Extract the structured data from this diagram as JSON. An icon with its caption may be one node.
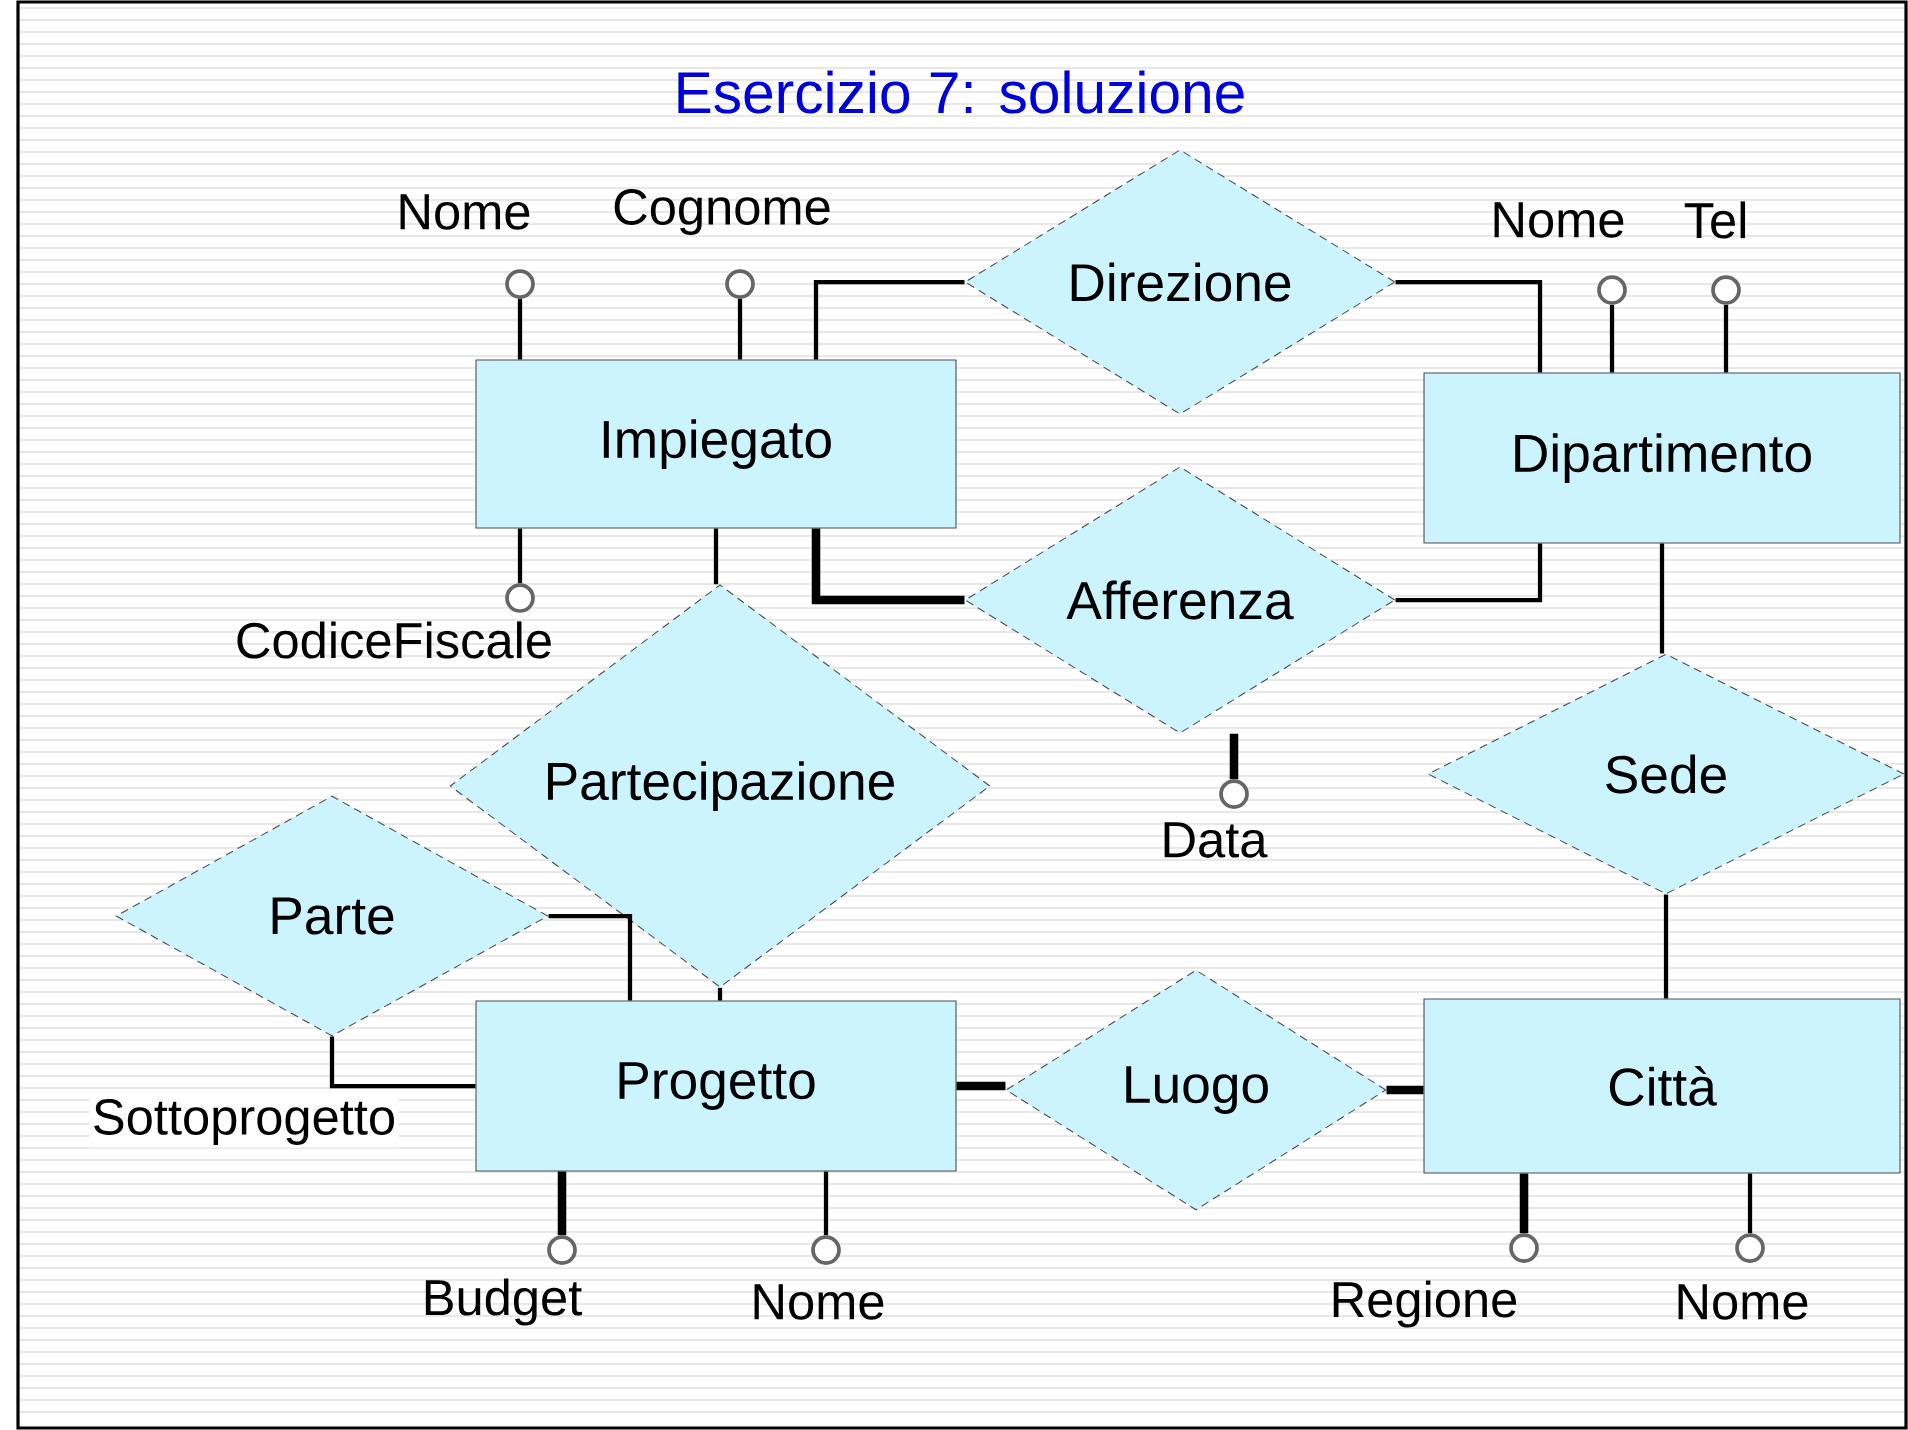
{
  "diagram": {
    "title": "Esercizio 7: soluzione",
    "nodes": [
      {
        "text": [
          "Impiegato"
        ]
      },
      {
        "text": [
          "Dipartimento"
        ]
      },
      {
        "text": [
          "Progetto"
        ]
      },
      {
        "text": [
          "Città"
        ]
      },
      {
        "text": [
          "Direzione"
        ]
      },
      {
        "text": [
          "Afferenza"
        ]
      },
      {
        "text": [
          "Partecipazione"
        ]
      },
      {
        "text": [
          "Parte"
        ]
      },
      {
        "text": [
          "Luogo"
        ]
      },
      {
        "text": [
          "Sede"
        ]
      },
      {
        "text": [
          "Nome"
        ]
      },
      {
        "text": [
          "Cognome"
        ]
      },
      {
        "text": [
          "CodiceFiscale"
        ]
      },
      {
        "text": [
          "Nome"
        ]
      },
      {
        "text": [
          "Tel"
        ]
      },
      {
        "text": [
          "Data"
        ]
      },
      {
        "text": [
          "Budget"
        ]
      },
      {
        "text": [
          "Nome"
        ]
      },
      {
        "text": [
          "Regione"
        ]
      },
      {
        "text": [
          "Nome"
        ]
      }
    ],
    "edges": [
      {
        "from": 0,
        "to": 4,
        "arrow": "none"
      },
      {
        "from": 4,
        "to": 1,
        "arrow": "none"
      },
      {
        "from": 0,
        "to": 5,
        "arrow": "none",
        "style": "thick"
      },
      {
        "from": 5,
        "to": 1,
        "arrow": "none"
      },
      {
        "from": 0,
        "to": 6,
        "arrow": "none"
      },
      {
        "from": 6,
        "to": 2,
        "arrow": "none"
      },
      {
        "from": 7,
        "to": 2,
        "arrow": "none"
      },
      {
        "from": 7,
        "to": 2,
        "arrow": "none",
        "label": "Sottoprogetto"
      },
      {
        "from": 2,
        "to": 8,
        "arrow": "none",
        "style": "thick"
      },
      {
        "from": 8,
        "to": 3,
        "arrow": "none",
        "style": "thick"
      },
      {
        "from": 1,
        "to": 9,
        "arrow": "none"
      },
      {
        "from": 9,
        "to": 3,
        "arrow": "none"
      },
      {
        "from": 0,
        "to": 10,
        "arrow": "none"
      },
      {
        "from": 0,
        "to": 11,
        "arrow": "none"
      },
      {
        "from": 0,
        "to": 12,
        "arrow": "none"
      },
      {
        "from": 1,
        "to": 13,
        "arrow": "none"
      },
      {
        "from": 1,
        "to": 14,
        "arrow": "none"
      },
      {
        "from": 5,
        "to": 15,
        "arrow": "none",
        "style": "thick"
      },
      {
        "from": 2,
        "to": 16,
        "arrow": "none",
        "style": "thick"
      },
      {
        "from": 2,
        "to": 17,
        "arrow": "none"
      },
      {
        "from": 3,
        "to": 18,
        "arrow": "none",
        "style": "thick"
      },
      {
        "from": 3,
        "to": 19,
        "arrow": "none"
      }
    ]
  }
}
